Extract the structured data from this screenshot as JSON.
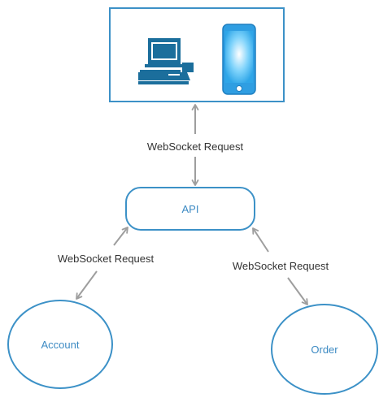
{
  "colors": {
    "node_stroke": "#3c91c7",
    "node_text": "#3c8ac3",
    "arrow": "#9e9e9e",
    "icon_fill": "#1b6e9c",
    "phone_screen": "#5cc3f5",
    "label_text": "#333333"
  },
  "clients": {
    "desktop_icon": "desktop-computer-icon",
    "phone_icon": "smartphone-icon"
  },
  "nodes": {
    "api": "API",
    "account": "Account",
    "order": "Order"
  },
  "edges": {
    "clients_api": "WebSocket Request",
    "api_account": "WebSocket Request",
    "api_order": "WebSocket Request"
  }
}
